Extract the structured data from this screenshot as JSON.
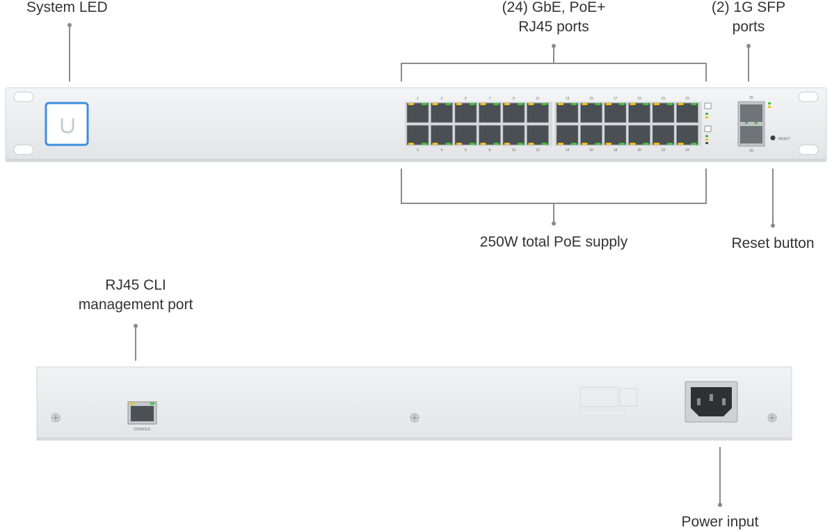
{
  "callouts": {
    "system_led": "System LED",
    "rj45_ports_line1": "(24) GbE, PoE+",
    "rj45_ports_line2": "RJ45 ports",
    "sfp_ports_line1": "(2) 1G SFP",
    "sfp_ports_line2": "ports",
    "poe_supply": "250W total PoE supply",
    "reset_button": "Reset button",
    "cli_port_line1": "RJ45 CLI",
    "cli_port_line2": "management port",
    "power_input": "Power input"
  },
  "front_panel": {
    "top_port_numbers": [
      "1",
      "3",
      "5",
      "7",
      "9",
      "11",
      "13",
      "15",
      "17",
      "19",
      "21",
      "23"
    ],
    "bottom_port_numbers": [
      "2",
      "4",
      "6",
      "8",
      "10",
      "12",
      "14",
      "16",
      "18",
      "20",
      "22",
      "24"
    ],
    "sfp_top_number": "25",
    "sfp_bottom_number": "26",
    "reset_label": "RESET"
  },
  "rear_panel": {
    "console_label": "CONSOLE"
  },
  "colors": {
    "chassis": "#eceeef",
    "led_blue": "#3d8fe0",
    "led_green": "#46c03c",
    "led_amber": "#f2c21b",
    "leader_line": "#8a8a8a"
  }
}
